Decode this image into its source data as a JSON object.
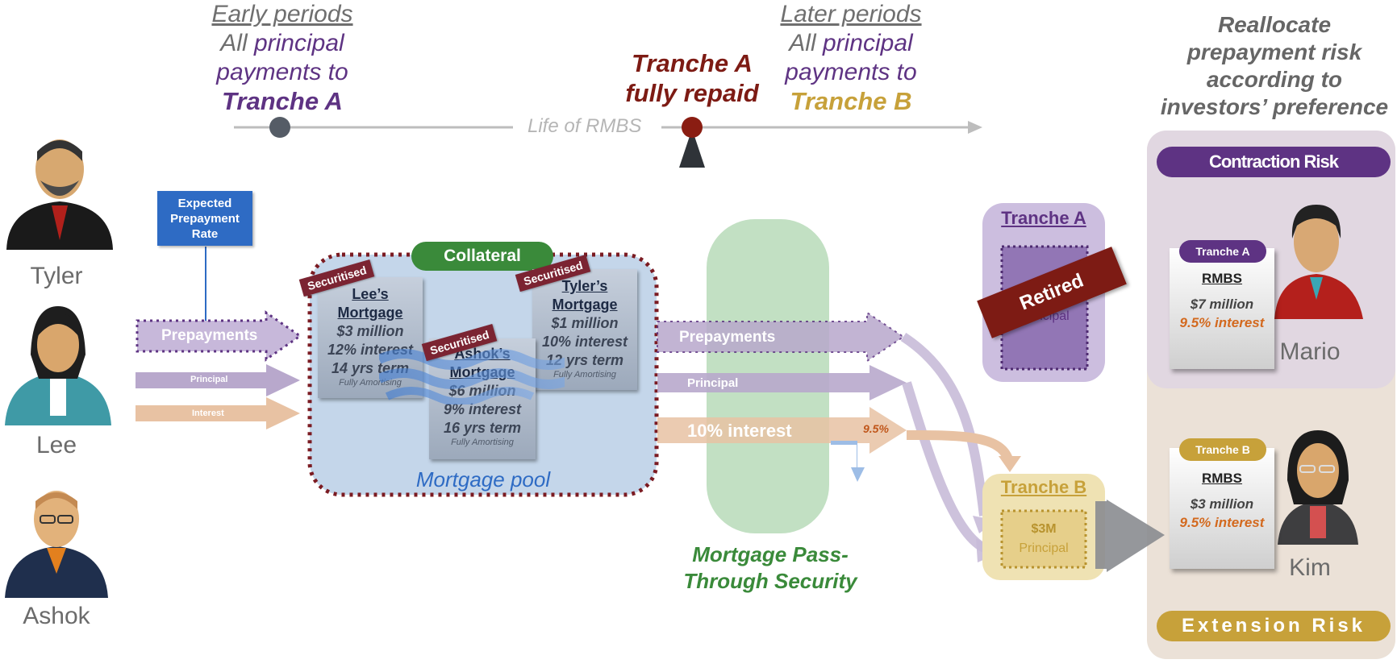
{
  "timeline": {
    "early_heading": "Early periods",
    "early_line1": "All ",
    "early_word": "principal",
    "early_line2": "payments to",
    "early_target": "Tranche A",
    "life_label": "Life of RMBS",
    "repaid_line1": "Tranche A",
    "repaid_line2": "fully repaid",
    "later_heading": "Later periods",
    "later_line1": "All ",
    "later_word": "principal",
    "later_line2": "payments to",
    "later_target": "Tranche B"
  },
  "realloc": {
    "line1": "Reallocate",
    "line2": "prepayment risk",
    "line3": "according to",
    "line4": "investors’ preference"
  },
  "people": {
    "tyler": "Tyler",
    "lee": "Lee",
    "ashok": "Ashok",
    "mario": "Mario",
    "kim": "Kim"
  },
  "expected_box": {
    "line1": "Expected",
    "line2": "Prepayment",
    "line3": "Rate"
  },
  "in_flows": {
    "prepayments": "Prepayments",
    "principal": "Principal",
    "interest": "Interest"
  },
  "pool": {
    "collateral": "Collateral",
    "label": "Mortgage pool",
    "stamp": "Securitised",
    "mortgages": [
      {
        "title1": "Lee’s",
        "title2": "Mortgage",
        "amount": "$3 million",
        "rate": "12% interest",
        "term": "14 yrs term",
        "note": "Fully Amortising"
      },
      {
        "title1": "Ashok’s",
        "title2": "Mortgage",
        "amount": "$6 million",
        "rate": "9% interest",
        "term": "16 yrs term",
        "note": "Fully Amortising"
      },
      {
        "title1": "Tyler’s",
        "title2": "Mortgage",
        "amount": "$1 million",
        "rate": "10% interest",
        "term": "12 yrs term",
        "note": "Fully Amortising"
      }
    ]
  },
  "passthrough": {
    "prepayments": "Prepayments",
    "principal": "Principal",
    "interest": "10% interest",
    "split": "9.5%",
    "label1": "Mortgage Pass-",
    "label2": "Through Security"
  },
  "tranches": {
    "a_title": "Tranche A",
    "a_principal": "Principal",
    "a_stamp": "Retired",
    "b_title": "Tranche B",
    "b_amount": "$3M",
    "b_principal": "Principal"
  },
  "investors": {
    "contraction": "Contraction Risk",
    "extension": "Extension Risk",
    "a_pill": "Tranche A",
    "a_header": "RMBS",
    "a_amount": "$7 million",
    "a_interest": "9.5% interest",
    "b_pill": "Tranche B",
    "b_header": "RMBS",
    "b_amount": "$3 million",
    "b_interest": "9.5% interest"
  },
  "colors": {
    "purple": "#5e3383",
    "gold": "#c7a13a",
    "dark_red": "#7d1b14",
    "green": "#3a8a3a",
    "blue": "#2e6bc4",
    "flow_purple": "#b8a8cc",
    "flow_peach": "#e8c2a3"
  },
  "icons": {
    "tyler": "man-bearded-avatar-icon",
    "lee": "woman-avatar-icon",
    "ashok": "man-glasses-avatar-icon",
    "mario": "man-red-shirt-avatar-icon",
    "kim": "woman-glasses-avatar-icon"
  }
}
